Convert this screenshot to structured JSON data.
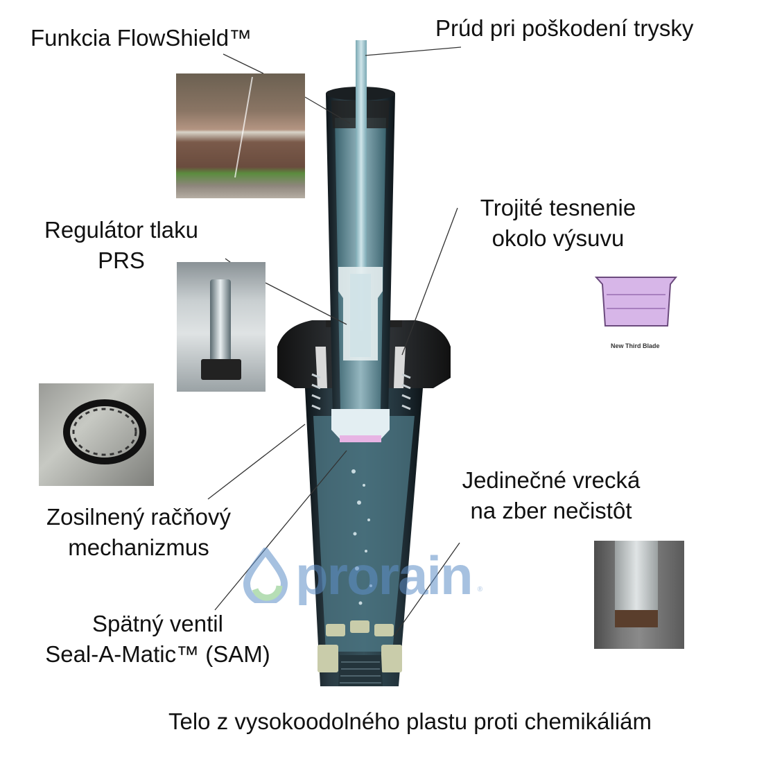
{
  "labels": {
    "flowshield": "Funkcia FlowShield™",
    "nozzle_stream": "Prúd pri poškodení trysky",
    "seal_line1": "Trojité tesnenie",
    "seal_line2": "okolo výsuvu",
    "prs_line1": "Regulátor tlaku",
    "prs_line2": "PRS",
    "ratchet_line1": "Zosilnený račňový",
    "ratchet_line2": "mechanizmus",
    "pockets_line1": "Jedinečné vrecká",
    "pockets_line2": "na zber nečistôt",
    "valve_line1": "Spätný ventil",
    "valve_line2": "Seal-A-Matic™ (SAM)",
    "body": "Telo z vysokoodolného plastu proti chemikáliám"
  },
  "inset_caption": "New Third Blade",
  "watermark": {
    "text": "prorain",
    "mark": "®"
  },
  "colors": {
    "body_dark": "#1e2a30",
    "water": "#6fa0ad",
    "seal_purple": "#c9a8e0",
    "watermark_blue": "#5f8fc8",
    "watermark_green": "#7cc47a"
  }
}
